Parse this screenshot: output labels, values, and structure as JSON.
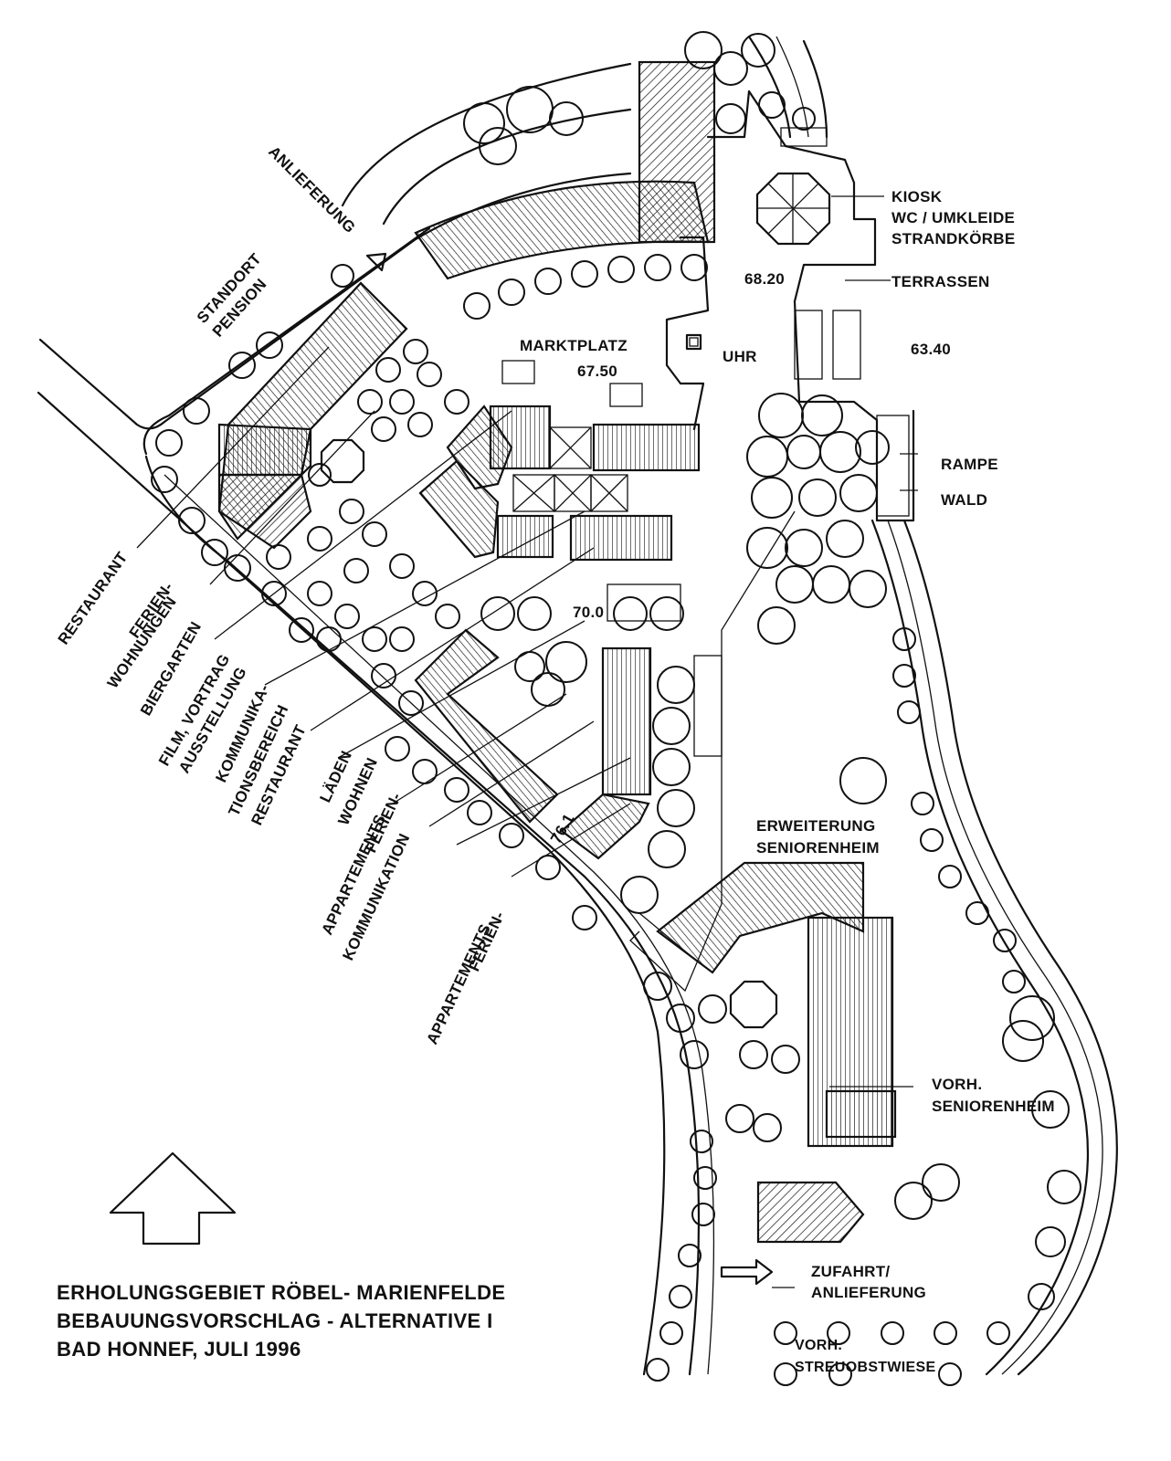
{
  "labels": {
    "anlieferung": "ANLIEFERUNG",
    "standort": "STANDORT",
    "pension": "PENSION",
    "kiosk": "KIOSK",
    "wc": "WC / UMKLEIDE",
    "strandkoerbe": "STRANDKÖRBE",
    "terrassen": "TERRASSEN",
    "elev_6820": "68.20",
    "elev_6340": "63.40",
    "marktplatz": "MARKTPLATZ",
    "elev_6750": "67.50",
    "uhr": "UHR",
    "rampe": "RAMPE",
    "wald": "WALD",
    "elev_700": "70.0",
    "elev_761": "76.1",
    "restaurant": "RESTAURANT",
    "ferien1": "FERIEN-",
    "wohnungen": "WOHNUNGEN",
    "biergarten": "BIERGARTEN",
    "film": "FILM, VORTRAG",
    "ausstellung": "AUSSTELLUNG",
    "kommunika": "KOMMUNIKA-",
    "tionsbereich": "TIONSBEREICH",
    "restaurant2": "RESTAURANT",
    "laeden": "LÄDEN",
    "wohnen": "WOHNEN",
    "ferien2": "FERIEN-",
    "appartements1": "APPARTEMENTS",
    "kommunikation": "KOMMUNIKATION",
    "ferien3": "FERIEN-",
    "appartements2": "APPARTEMENTS",
    "erweiterung": "ERWEITERUNG",
    "seniorenheim1": "SENIORENHEIM",
    "vorh1": "VORH.",
    "seniorenheim2": "SENIORENHEIM",
    "zufahrt": "ZUFAHRT/",
    "anlieferung2": "ANLIEFERUNG",
    "vorh2": "VORH.",
    "streuobstwiese": "STREUOBSTWIESE"
  },
  "title_block": {
    "line1": "ERHOLUNGSGEBIET RÖBEL- MARIENFELDE",
    "line2": "BEBAUUNGSVORSCHLAG  - ALTERNATIVE I",
    "line3": "BAD HONNEF, JULI 1996"
  }
}
